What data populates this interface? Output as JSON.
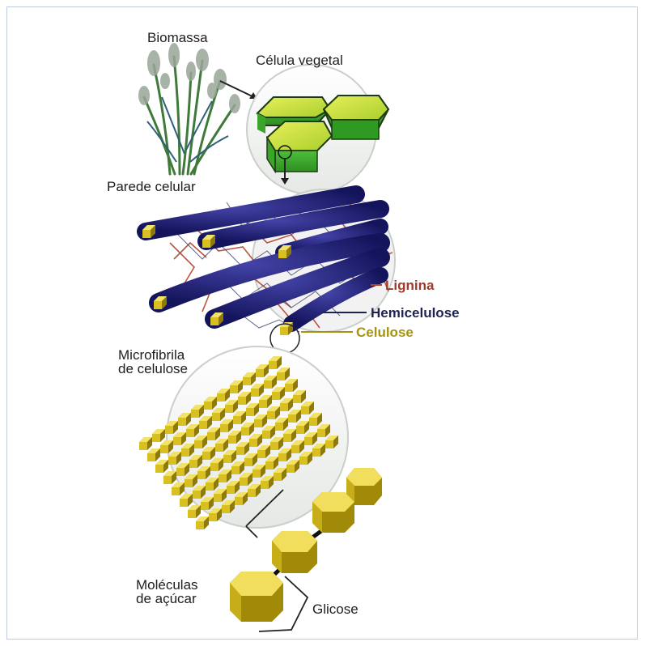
{
  "labels": {
    "biomassa": "Biomassa",
    "celula_vegetal": "Célula vegetal",
    "parede_celular": "Parede celular",
    "lignina": "Lignina",
    "hemicelulose": "Hemicelulose",
    "celulose": "Celulose",
    "microfibrila_l1": "Microfibrila",
    "microfibrila_l2": "de celulose",
    "moleculas_l1": "Moléculas",
    "moleculas_l2": "de açúcar",
    "glicose": "Glicose"
  },
  "colors": {
    "fibril_blue": "#23237a",
    "lignin_red": "#b2432a",
    "hemicellulose_navy": "#1d2451",
    "cellulose_yellow": "#d8c21c",
    "cell_green": "#5cbf3a",
    "frame_border": "#b9cde3"
  }
}
